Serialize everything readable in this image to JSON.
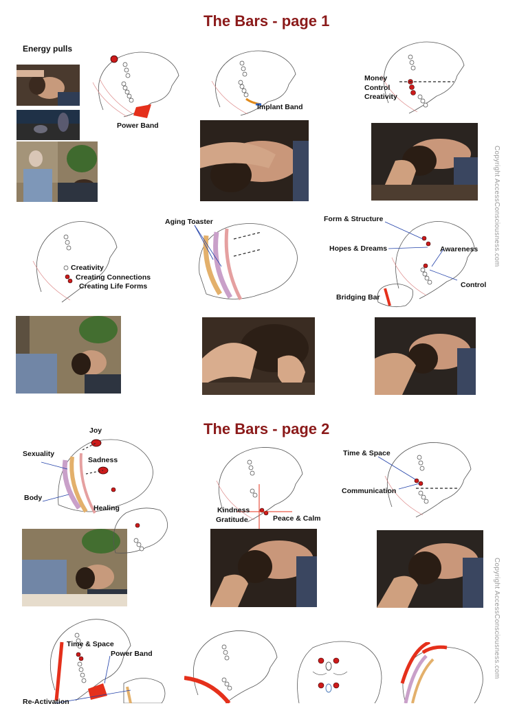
{
  "page1": {
    "title": "The Bars - page 1",
    "energy_pulls": "Energy pulls",
    "labels": {
      "power_band": "Power Band",
      "implant_band": "Implant Band",
      "money": "Money",
      "control": "Control",
      "creativity": "Creativity",
      "creativity2": "Creativity",
      "creating_connections": "Creating Connections",
      "creating_life_forms": "Creating Life Forms",
      "aging_toaster": "Aging Toaster",
      "form_structure": "Form & Structure",
      "hopes_dreams": "Hopes & Dreams",
      "awareness": "Awareness",
      "control2": "Control",
      "bridging_bar": "Bridging Bar"
    }
  },
  "page2": {
    "title": "The Bars - page 2",
    "labels": {
      "joy": "Joy",
      "sexuality": "Sexuality",
      "sadness": "Sadness",
      "body": "Body",
      "healing": "Healing",
      "kindness": "Kindness",
      "gratitude": "Gratitude",
      "peace_calm": "Peace & Calm",
      "time_space": "Time & Space",
      "communication": "Communication",
      "time_space2": "Time & Space",
      "power_band2": "Power Band",
      "reactivation": "Re-Activation"
    }
  },
  "copyright": "Copyright AccessConsciousness.com",
  "colors": {
    "title": "#8b1a1a",
    "accent_red": "#cc1b1b",
    "line_blue": "#1f3fa8",
    "gray_text": "#9a9a9a"
  }
}
